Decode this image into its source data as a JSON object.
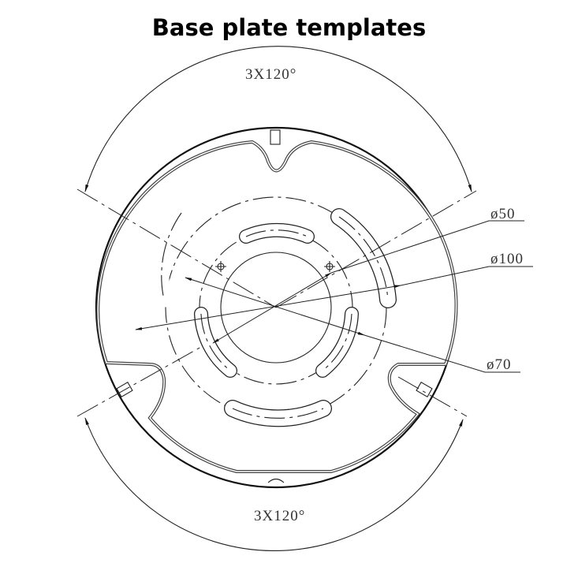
{
  "title": "Base plate templates",
  "dimensions": {
    "angle_top": "3X120°",
    "angle_bottom": "3X120°",
    "dia_50": "ø50",
    "dia_100": "ø100",
    "dia_70": "ø70"
  },
  "colors": {
    "line": "#111111",
    "background": "#ffffff"
  }
}
